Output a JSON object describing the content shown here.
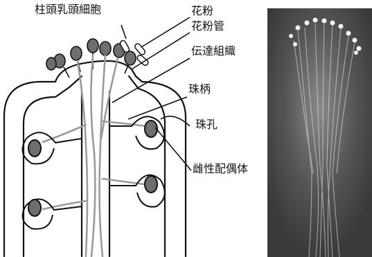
{
  "labels": {
    "papilla": "柱頭乳頭細胞",
    "pollen": "花粉",
    "pollen_tube": "花粉管",
    "transmitting_tissue": "伝達組織",
    "funiculus": "珠柄",
    "micropyle": "珠孔",
    "gametophyte": "雌性配偶体"
  },
  "colors": {
    "line": "#111111",
    "tube": "#9a9a9a",
    "ovule_fill": "#6e6e6e",
    "photo_bg": "#4a4a4a"
  }
}
